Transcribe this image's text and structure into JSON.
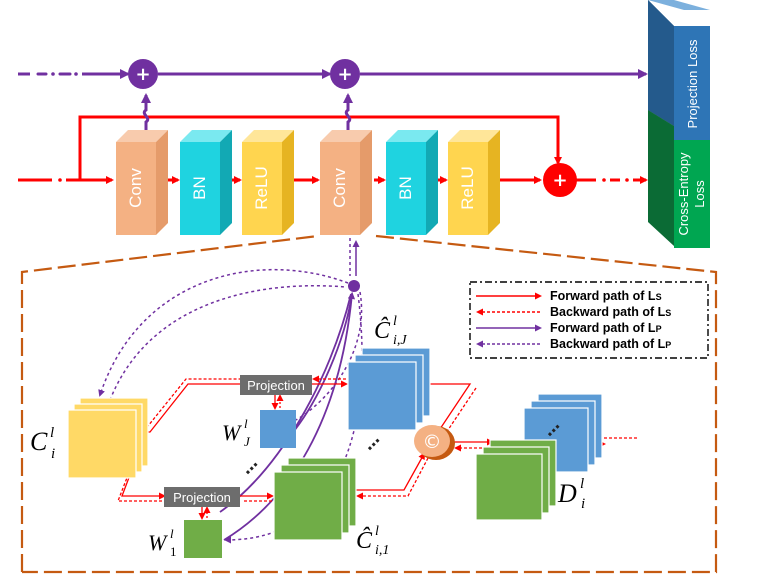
{
  "blocks": [
    {
      "label": "Conv"
    },
    {
      "label": "BN"
    },
    {
      "label": "ReLU"
    },
    {
      "label": "Conv"
    },
    {
      "label": "BN"
    },
    {
      "label": "ReLU"
    }
  ],
  "losses": {
    "projection": "Projection Loss",
    "cross_entropy_line1": "Cross-Entropy",
    "cross_entropy_line2": "Loss"
  },
  "projection_label": "Projection",
  "legend": {
    "forward_ls": "Forward path of L",
    "backward_ls": "Backward path of L",
    "forward_lp": "Forward path of L",
    "backward_lp": "Backward path of L",
    "sub_s": "S",
    "sub_p": "P"
  },
  "math": {
    "c_i": "C",
    "c_i_sup": "l",
    "c_i_sub": "i",
    "chat_ij": "Ĉ",
    "chat_ij_sup": "l",
    "chat_ij_sub": "i,J",
    "chat_i1": "Ĉ",
    "chat_i1_sup": "l",
    "chat_i1_sub": "i,1",
    "w_j": "W",
    "w_j_sup": "l",
    "w_j_sub": "J",
    "w_1": "W",
    "w_1_sup": "l",
    "w_1_sub": "1",
    "d_i": "D",
    "d_i_sup": "l",
    "d_i_sub": "i"
  },
  "symbols": {
    "plus": "+",
    "concat": "©",
    "ellipsis": "⋯"
  },
  "colors": {
    "forward_ls": "#ff0000",
    "backward_ls": "#ff0000",
    "forward_lp": "#7030a0",
    "backward_lp": "#7030a0",
    "conv": "#f4b183",
    "bn": "#1fd3e0",
    "relu": "#ffd54f",
    "projection_loss": "#2e75b6",
    "cross_entropy_loss": "#00a651",
    "feature_yellow": "#ffd966",
    "feature_blue": "#5b9bd5",
    "feature_green": "#70ad47",
    "dashed_border": "#c55a11"
  }
}
